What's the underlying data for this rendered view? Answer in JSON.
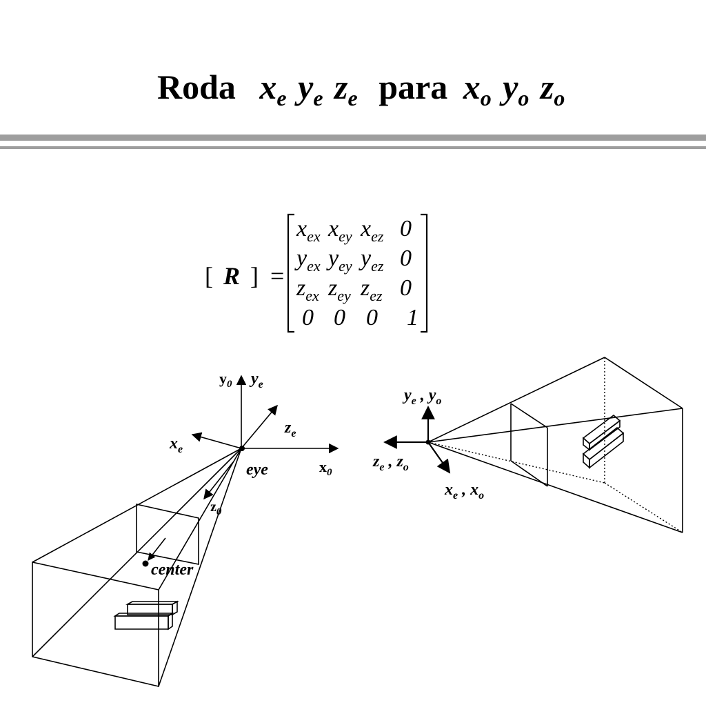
{
  "title": {
    "word_roda": "Roda",
    "word_para": "para",
    "var_x": "x",
    "var_y": "y",
    "var_z": "z",
    "sub_e": "e",
    "sub_o": "o"
  },
  "matrix": {
    "lhs_open": "[",
    "lhs_symbol": "R",
    "lhs_close": "]",
    "equals": "=",
    "rows": [
      [
        {
          "base": "x",
          "sub": "ex"
        },
        {
          "base": "x",
          "sub": "ey"
        },
        {
          "base": "x",
          "sub": "ez"
        },
        {
          "base": "0",
          "sub": ""
        }
      ],
      [
        {
          "base": "y",
          "sub": "ex"
        },
        {
          "base": "y",
          "sub": "ey"
        },
        {
          "base": "y",
          "sub": "ez"
        },
        {
          "base": "0",
          "sub": ""
        }
      ],
      [
        {
          "base": "z",
          "sub": "ex"
        },
        {
          "base": "z",
          "sub": "ey"
        },
        {
          "base": "z",
          "sub": "ez"
        },
        {
          "base": "0",
          "sub": ""
        }
      ],
      [
        {
          "base": "0",
          "sub": ""
        },
        {
          "base": "0",
          "sub": ""
        },
        {
          "base": "0",
          "sub": ""
        },
        {
          "base": "1",
          "sub": ""
        }
      ]
    ]
  },
  "left_diagram": {
    "axis_y0": {
      "base": "y",
      "sub": "0"
    },
    "axis_ye": {
      "base": "y",
      "sub": "e"
    },
    "axis_ze": {
      "base": "z",
      "sub": "e"
    },
    "axis_xe": {
      "base": "x",
      "sub": "e"
    },
    "axis_x0": {
      "base": "x",
      "sub": "0"
    },
    "axis_z0": {
      "base": "z",
      "sub": "0"
    },
    "eye_label": "eye",
    "center_label": "center"
  },
  "right_diagram": {
    "label_y": {
      "a": "y",
      "a_sub": "e",
      "sep": " , ",
      "b": "y",
      "b_sub": "o"
    },
    "label_z": {
      "a": "z",
      "a_sub": "e",
      "sep": " , ",
      "b": "z",
      "b_sub": "o"
    },
    "label_x": {
      "a": "x",
      "a_sub": "e",
      "sep": " , ",
      "b": "x",
      "b_sub": "o"
    }
  },
  "colors": {
    "rule": "#9e9e9e",
    "ink": "#000000",
    "background": "#ffffff"
  }
}
